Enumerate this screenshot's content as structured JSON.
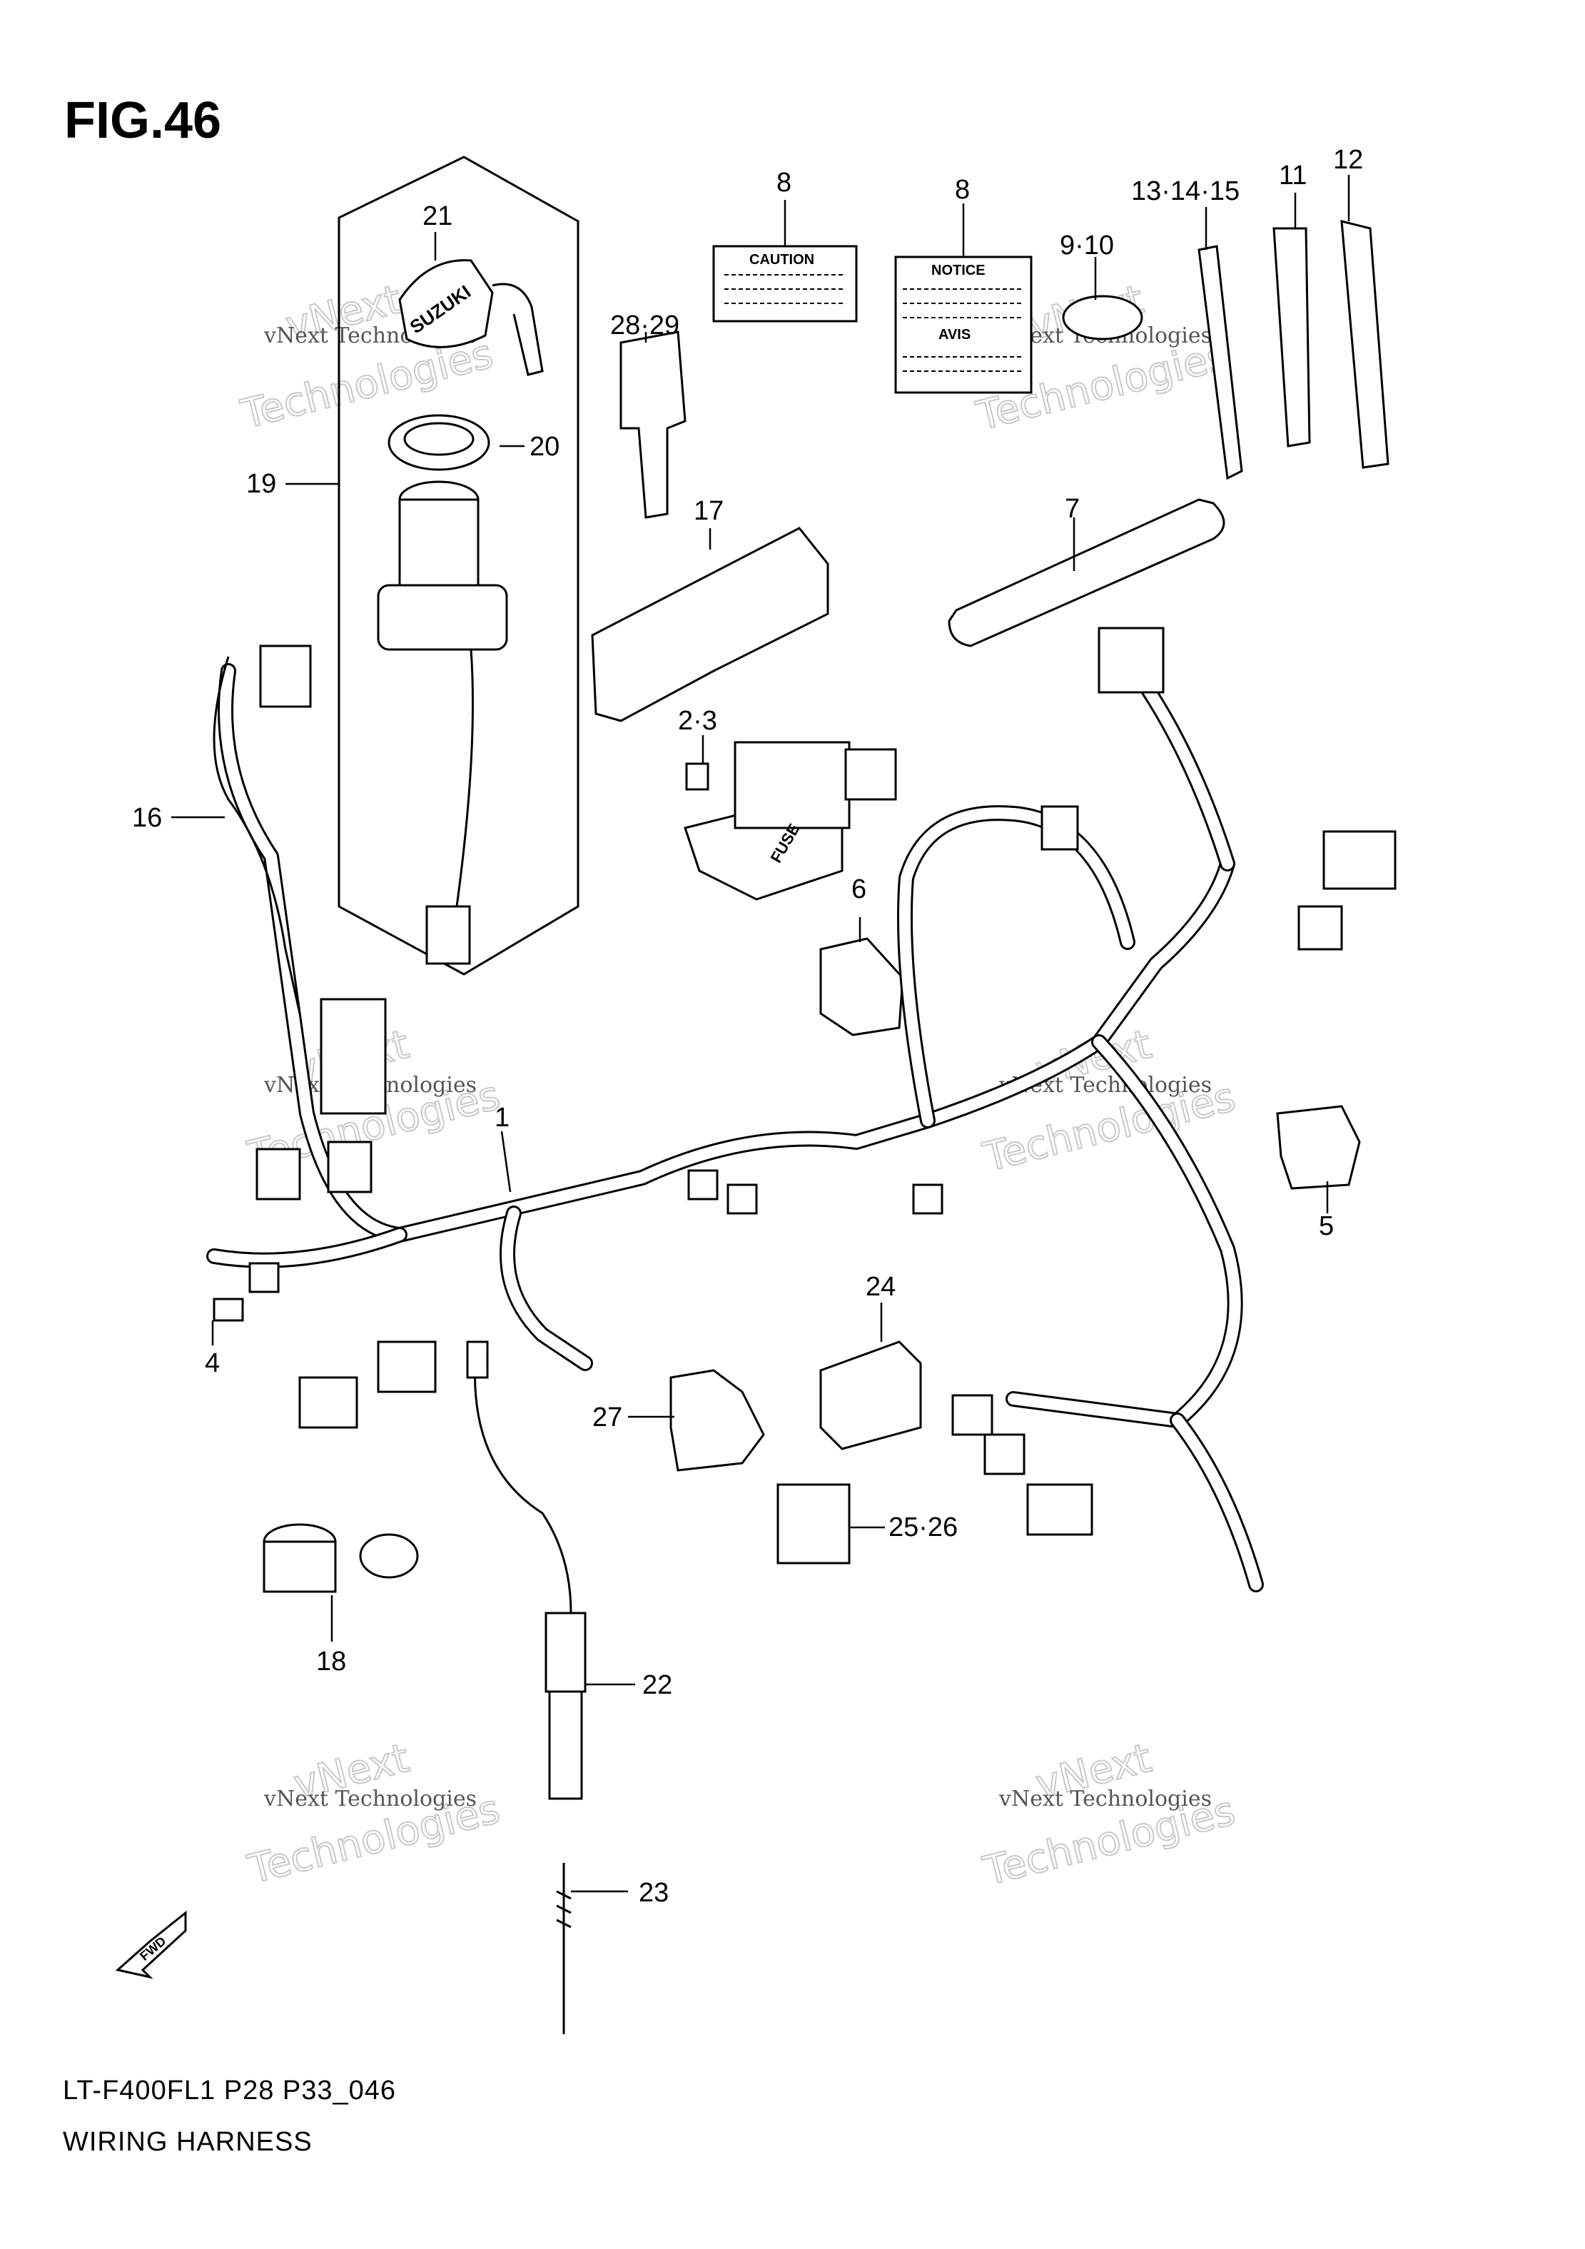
{
  "figure": {
    "title": "FIG.46"
  },
  "footer": {
    "model_code": "LT-F400FL1 P28 P33_046",
    "caption": "WIRING HARNESS"
  },
  "part_labels": {
    "caution": "CAUTION",
    "notice": "NOTICE",
    "avis": "AVIS",
    "fuse": "FUSE",
    "brand": "SUZUKI",
    "fwd": "FWD"
  },
  "callouts": {
    "c1": "1",
    "c2_3": "2·3",
    "c4": "4",
    "c5": "5",
    "c6": "6",
    "c7": "7",
    "c8a": "8",
    "c8b": "8",
    "c9_10": "9·10",
    "c11": "11",
    "c12": "12",
    "c13_15": "13·14·15",
    "c16": "16",
    "c17": "17",
    "c18": "18",
    "c19": "19",
    "c20": "20",
    "c21": "21",
    "c22": "22",
    "c23": "23",
    "c24": "24",
    "c25_26": "25·26",
    "c27": "27",
    "c28_29": "28·29"
  },
  "watermark": {
    "line1": "vNext Technologies",
    "line2": "vNext",
    "line3": "Technologies"
  }
}
